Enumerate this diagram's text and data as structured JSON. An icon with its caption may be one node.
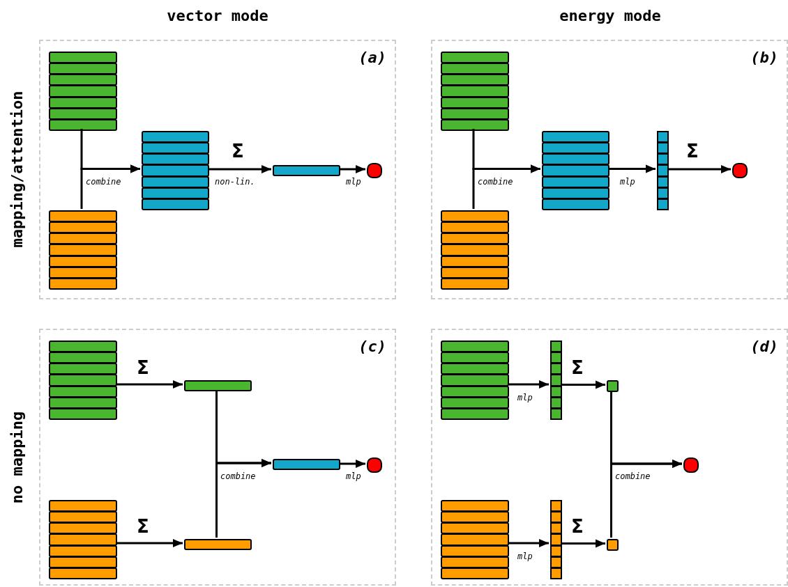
{
  "diagram": {
    "nodes": [
      {
        "text": [
          "(a)"
        ]
      },
      {
        "text": [],
        "shape": "stack",
        "in": 0
      },
      {
        "text": [],
        "shape": "stack",
        "in": 0
      },
      {
        "text": [],
        "shape": "stack",
        "in": 0
      },
      {
        "text": [],
        "shape": "bar",
        "in": 0
      },
      {
        "text": [],
        "shape": "circle",
        "in": 0
      },
      {
        "text": [
          "(b)"
        ]
      },
      {
        "text": [],
        "shape": "stack",
        "in": 6
      },
      {
        "text": [],
        "shape": "stack",
        "in": 6
      },
      {
        "text": [],
        "shape": "stack",
        "in": 6
      },
      {
        "text": [],
        "shape": "column",
        "in": 6
      },
      {
        "text": [],
        "shape": "circle",
        "in": 6
      },
      {
        "text": [
          "(c)"
        ]
      },
      {
        "text": [],
        "shape": "stack",
        "in": 12
      },
      {
        "text": [],
        "shape": "stack",
        "in": 12
      },
      {
        "text": [],
        "shape": "bar",
        "in": 12
      },
      {
        "text": [],
        "shape": "bar",
        "in": 12
      },
      {
        "text": [],
        "shape": "bar",
        "in": 12
      },
      {
        "text": [],
        "shape": "circle",
        "in": 12
      },
      {
        "text": [
          "(d)"
        ]
      },
      {
        "text": [],
        "shape": "stack",
        "in": 19
      },
      {
        "text": [],
        "shape": "stack",
        "in": 19
      },
      {
        "text": [],
        "shape": "column",
        "in": 19
      },
      {
        "text": [],
        "shape": "column",
        "in": 19
      },
      {
        "text": [],
        "shape": "box",
        "in": 19
      },
      {
        "text": [],
        "shape": "box",
        "in": 19
      },
      {
        "text": [],
        "shape": "circle",
        "in": 19
      }
    ],
    "edges": [
      {
        "from": 1,
        "to": 3,
        "arrow": "to",
        "label": "combine"
      },
      {
        "from": 2,
        "to": 3,
        "arrow": "to"
      },
      {
        "from": 3,
        "to": 4,
        "arrow": "to",
        "label": "Σ"
      },
      {
        "from": 4,
        "to": 5,
        "arrow": "to",
        "label": "mlp"
      },
      {
        "from": 7,
        "to": 9,
        "arrow": "to",
        "label": "combine"
      },
      {
        "from": 8,
        "to": 9,
        "arrow": "to"
      },
      {
        "from": 9,
        "to": 10,
        "arrow": "to",
        "label": "mlp"
      },
      {
        "from": 10,
        "to": 11,
        "arrow": "to",
        "label": "Σ"
      },
      {
        "from": 13,
        "to": 15,
        "arrow": "to",
        "label": "Σ"
      },
      {
        "from": 14,
        "to": 16,
        "arrow": "to",
        "label": "Σ"
      },
      {
        "from": 15,
        "to": 17,
        "arrow": "to",
        "label": "combine"
      },
      {
        "from": 16,
        "to": 17,
        "arrow": "to"
      },
      {
        "from": 17,
        "to": 18,
        "arrow": "to",
        "label": "mlp"
      },
      {
        "from": 20,
        "to": 22,
        "arrow": "to",
        "label": "mlp"
      },
      {
        "from": 21,
        "to": 23,
        "arrow": "to",
        "label": "mlp"
      },
      {
        "from": 22,
        "to": 24,
        "arrow": "to",
        "label": "Σ"
      },
      {
        "from": 23,
        "to": 25,
        "arrow": "to",
        "label": "Σ"
      },
      {
        "from": 24,
        "to": 26,
        "arrow": "to",
        "label": "combine"
      },
      {
        "from": 25,
        "to": 26,
        "arrow": "to"
      }
    ],
    "labels": [
      "vector mode",
      "energy mode",
      "mapping/attention",
      "non-lin.",
      "no mapping"
    ]
  }
}
